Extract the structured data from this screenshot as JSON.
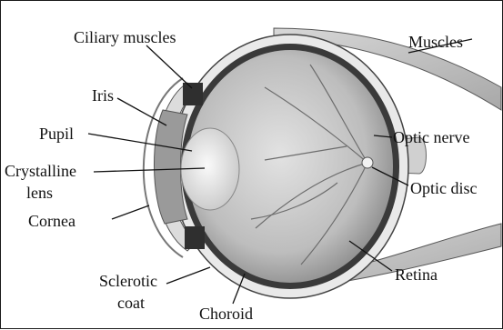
{
  "labels": {
    "ciliary_muscles": "Ciliary muscles",
    "muscles": "Muscles",
    "iris": "Iris",
    "optic_nerve": "Optic nerve",
    "pupil": "Pupil",
    "crystalline_lens_1": "Crystalline",
    "crystalline_lens_2": "lens",
    "optic_disc": "Optic disc",
    "cornea": "Cornea",
    "retina": "Retina",
    "sclerotic_coat_1": "Sclerotic",
    "sclerotic_coat_2": "coat",
    "choroid": "Choroid"
  }
}
